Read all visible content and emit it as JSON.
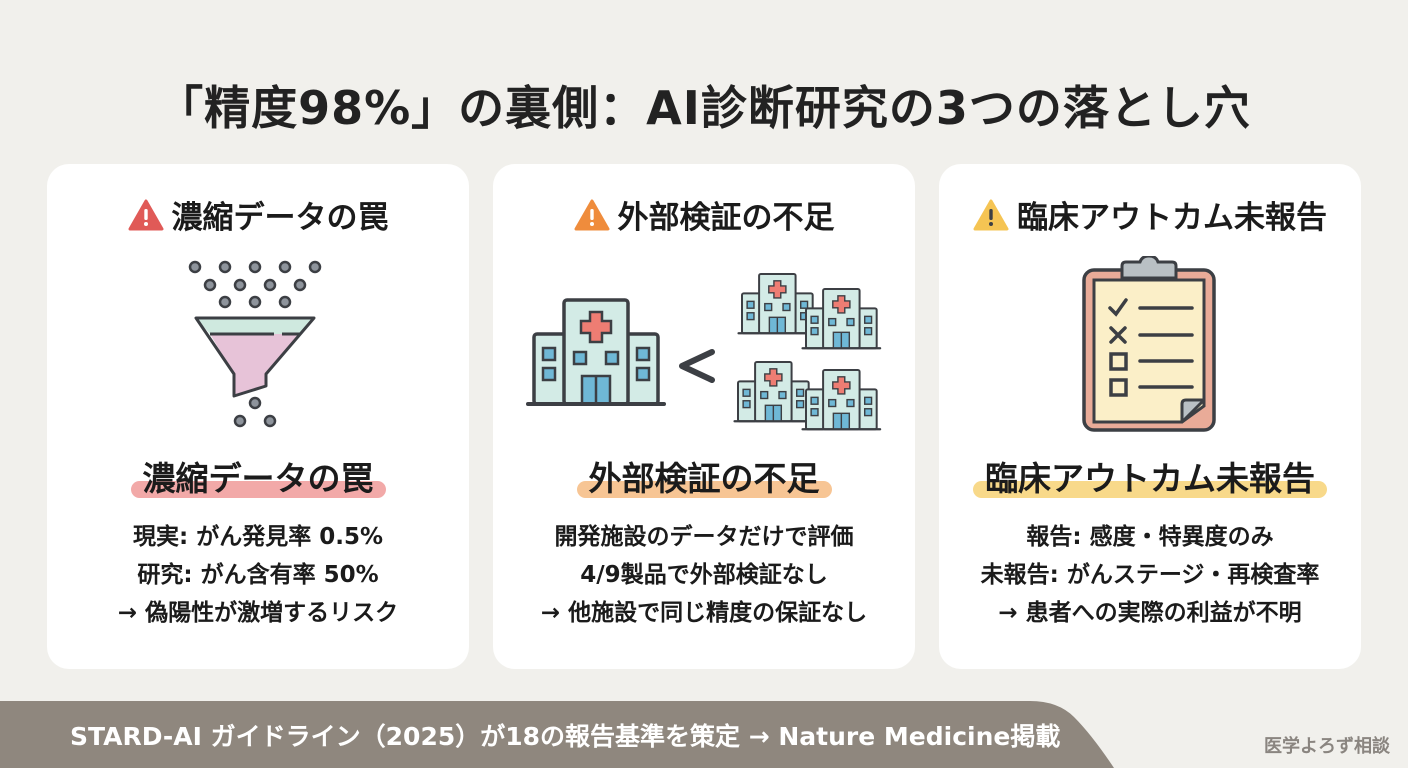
{
  "title": "「精度98%」の裏側：AI診断研究の3つの落とし穴",
  "cards": [
    {
      "heading": "濃縮データの罠",
      "warning_color": "#e05a57",
      "icon": "funnel-icon",
      "subtitle": "濃縮データの罠",
      "highlight_color": "#f2a9a8",
      "lines": [
        "現実: がん発見率 0.5%",
        "研究: がん含有率 50%",
        "→ 偽陽性が激増するリスク"
      ]
    },
    {
      "heading": "外部検証の不足",
      "warning_color": "#ef8c3c",
      "icon": "hospitals-comparison-icon",
      "subtitle": "外部検証の不足",
      "highlight_color": "#f7c594",
      "lines": [
        "開発施設のデータだけで評価",
        "4/9製品で外部検証なし",
        "→ 他施設で同じ精度の保証なし"
      ]
    },
    {
      "heading": "臨床アウトカム未報告",
      "warning_color": "#f5c453",
      "icon": "clipboard-checklist-icon",
      "subtitle": "臨床アウトカム未報告",
      "highlight_color": "#f8d98a",
      "lines": [
        "報告: 感度・特異度のみ",
        "未報告: がんステージ・再検査率",
        "→ 患者への実際の利益が不明"
      ]
    }
  ],
  "footer": {
    "text": "STARD-AI ガイドライン（2025）が18の報告基準を策定 → Nature Medicine掲載",
    "background": "#8f877e"
  },
  "brand": "医学よろず相談"
}
